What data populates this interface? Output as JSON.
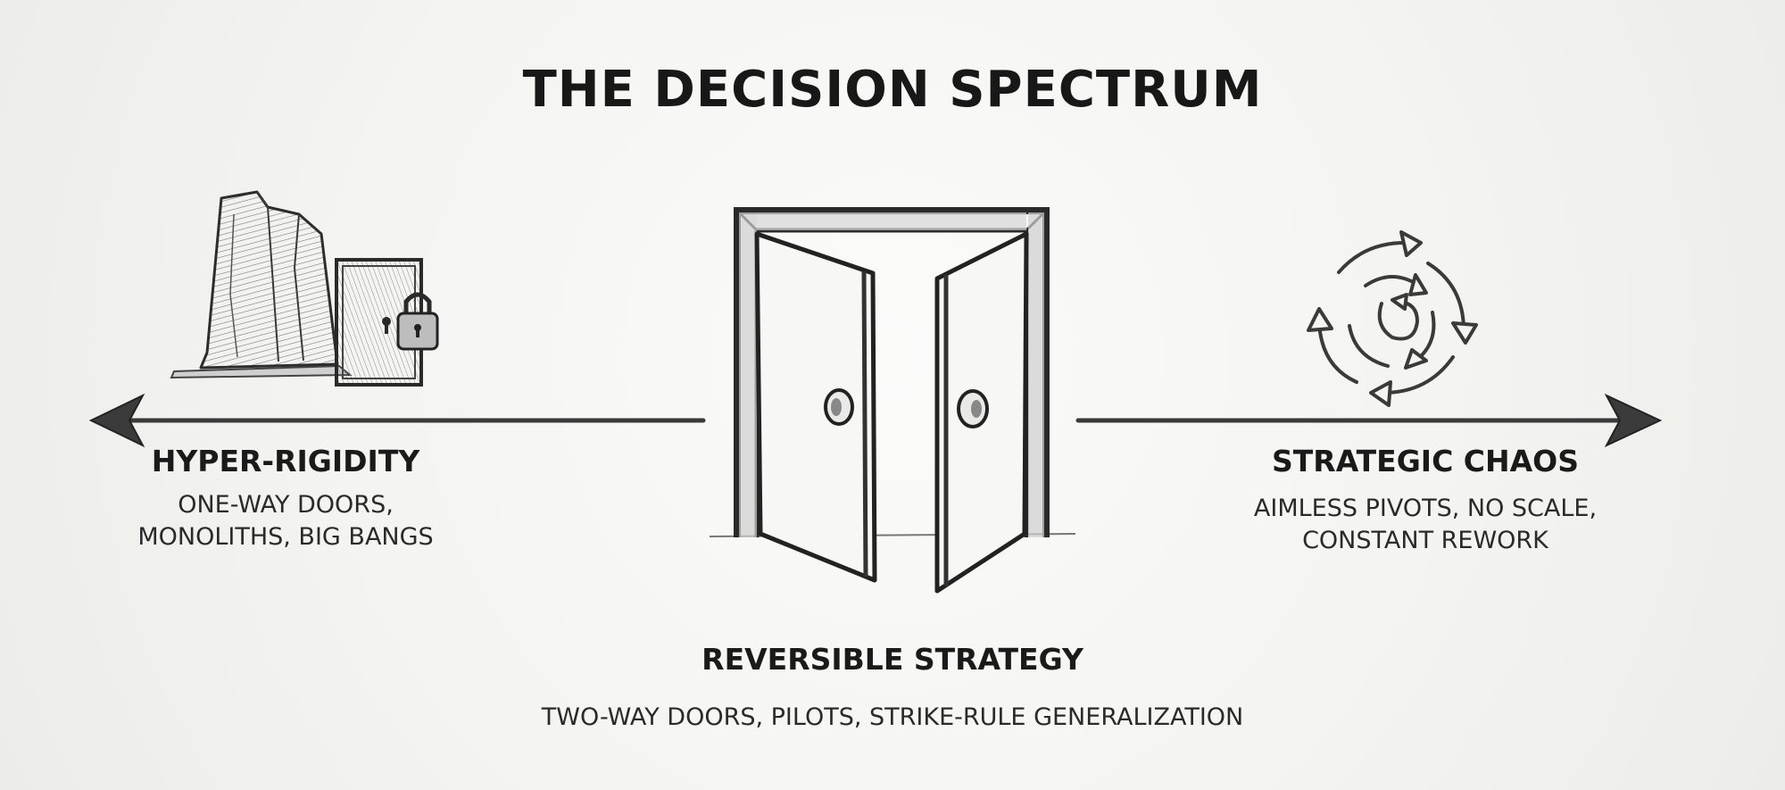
{
  "title": "THE DECISION SPECTRUM",
  "left": {
    "heading": "HYPER-RIGIDITY",
    "description_line1": "ONE-WAY DOORS,",
    "description_line2": "MONOLITHS, BIG BANGS",
    "icon": "locked-door-monolith-icon"
  },
  "center": {
    "heading": "REVERSIBLE STRATEGY",
    "description": "TWO-WAY DOORS, PILOTS, STRIKE-RULE GENERALIZATION",
    "icon": "open-double-door-icon"
  },
  "right": {
    "heading": "STRATEGIC CHAOS",
    "description_line1": "AIMLESS PIVOTS, NO SCALE,",
    "description_line2": "CONSTANT REWORK",
    "icon": "swirling-arrows-icon"
  },
  "colors": {
    "ink": "#1d1d1d",
    "background": "#f4f4f2"
  }
}
